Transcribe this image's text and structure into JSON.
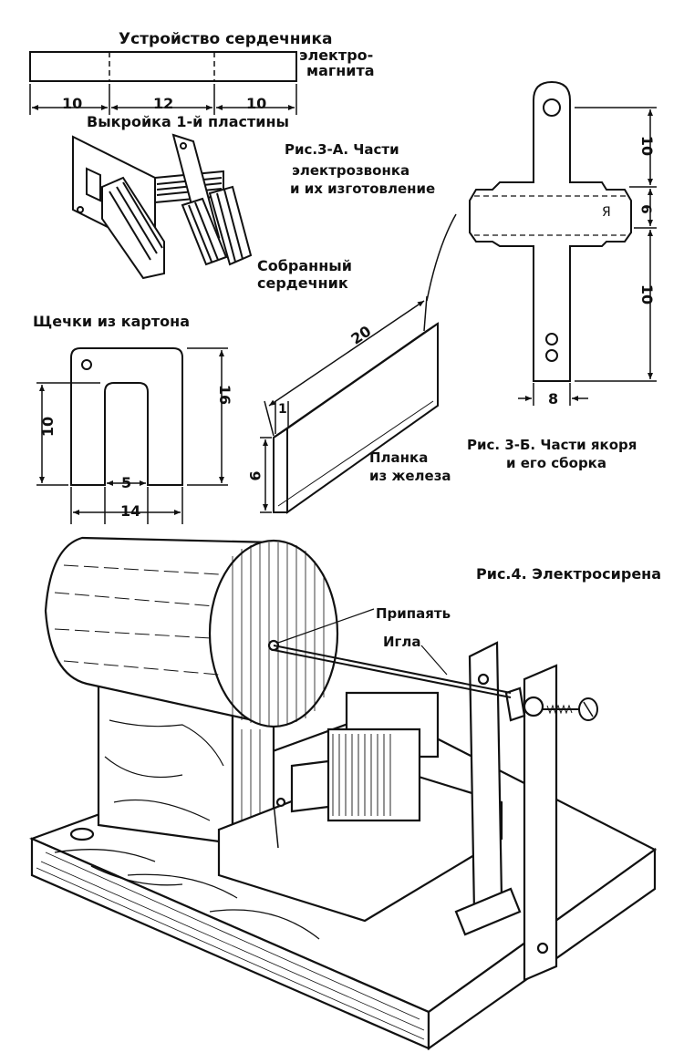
{
  "core": {
    "title": "Устройство сердечника",
    "electro_1": "электро-",
    "electro_2": "магнита",
    "dim_left": "10",
    "dim_mid": "12",
    "dim_right": "10",
    "pattern": "Выкройка 1-й пластины",
    "assembled_1": "Собранный",
    "assembled_2": "сердечник"
  },
  "fig3a": {
    "title": "Рис.3-А. Части",
    "line2": "электрозвонка",
    "line3": "и их изготовление"
  },
  "cheeks": {
    "title": "Щечки из картона",
    "dim_height_inner": "10",
    "dim_height_outer": "16",
    "dim_slot": "5",
    "dim_width": "14"
  },
  "strip": {
    "dim_length": "20",
    "dim_thickness": "1",
    "dim_height": "6",
    "label_1": "Планка",
    "label_2": "из железа"
  },
  "armature": {
    "dim_top": "10",
    "dim_mid": "6",
    "dim_bottom": "10",
    "dim_width": "8",
    "letter": "Я"
  },
  "fig3b": {
    "line1": "Рис. 3-Б. Части якоря",
    "line2": "и его сборка"
  },
  "siren": {
    "title": "Рис.4. Электросирена",
    "solder": "Припаять",
    "needle": "Игла"
  }
}
